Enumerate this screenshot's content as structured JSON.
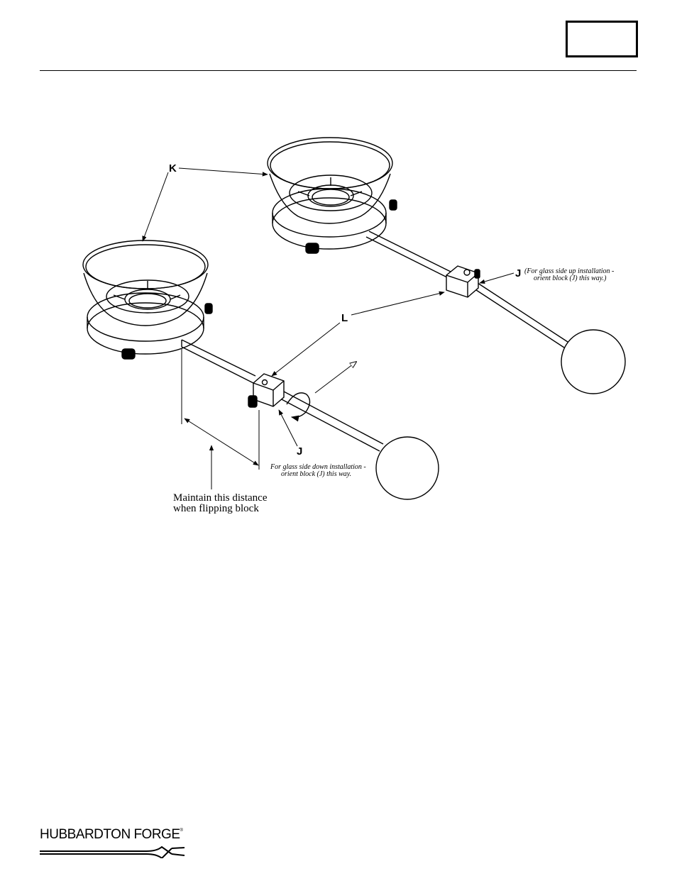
{
  "labels": {
    "k": "K",
    "l": "L",
    "j_top": "J",
    "j_bottom": "J"
  },
  "notes": {
    "up_line1": "(For glass side up installation -",
    "up_line2": "orient block (J) this way.)",
    "down_line1": "For glass side down installation -",
    "down_line2": "orient block (J) this way."
  },
  "distance_note": {
    "line1": "Maintain this distance",
    "line2": "when flipping block"
  },
  "logo": {
    "text": "HUBBARDTON FORGE",
    "registered": "®"
  }
}
